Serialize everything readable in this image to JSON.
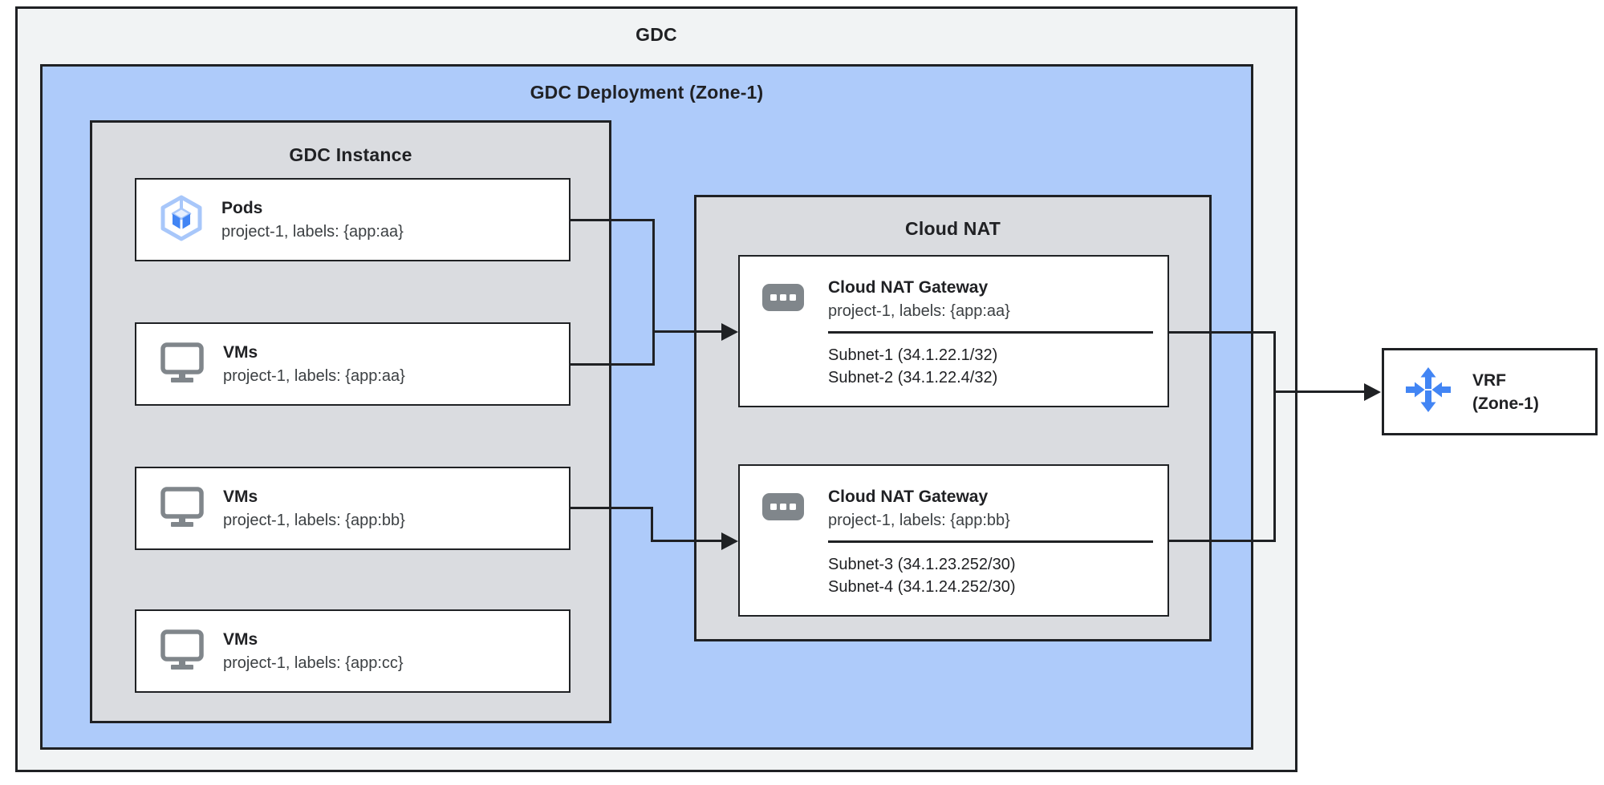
{
  "diagram": {
    "outer": {
      "title": "GDC"
    },
    "deployment": {
      "title": "GDC Deployment (Zone-1)"
    },
    "instance": {
      "title": "GDC Instance",
      "items": [
        {
          "icon": "pods-icon",
          "title": "Pods",
          "subtitle": "project-1, labels: {app:aa}"
        },
        {
          "icon": "vm-icon",
          "title": "VMs",
          "subtitle": "project-1, labels: {app:aa}"
        },
        {
          "icon": "vm-icon",
          "title": "VMs",
          "subtitle": "project-1, labels: {app:bb}"
        },
        {
          "icon": "vm-icon",
          "title": "VMs",
          "subtitle": "project-1, labels: {app:cc}"
        }
      ]
    },
    "cloud_nat": {
      "title": "Cloud NAT",
      "gateways": [
        {
          "icon": "nat-gateway-icon",
          "title": "Cloud NAT Gateway",
          "subtitle": "project-1, labels: {app:aa}",
          "subnets": [
            "Subnet-1 (34.1.22.1/32)",
            "Subnet-2 (34.1.22.4/32)"
          ]
        },
        {
          "icon": "nat-gateway-icon",
          "title": "Cloud NAT Gateway",
          "subtitle": "project-1, labels: {app:bb}",
          "subnets": [
            "Subnet-3 (34.1.23.252/30)",
            "Subnet-4 (34.1.24.252/30)"
          ]
        }
      ]
    },
    "vrf": {
      "icon": "router-icon",
      "title": "VRF",
      "subtitle": "(Zone-1)"
    },
    "colors": {
      "outer_bg": "#f1f3f4",
      "deployment_bg": "#aecbfa",
      "container_bg": "#dadce0",
      "border": "#1f2124",
      "icon_gray": "#80868b",
      "icon_blue": "#4285f4",
      "icon_blue_light": "#a8c7fa"
    }
  }
}
